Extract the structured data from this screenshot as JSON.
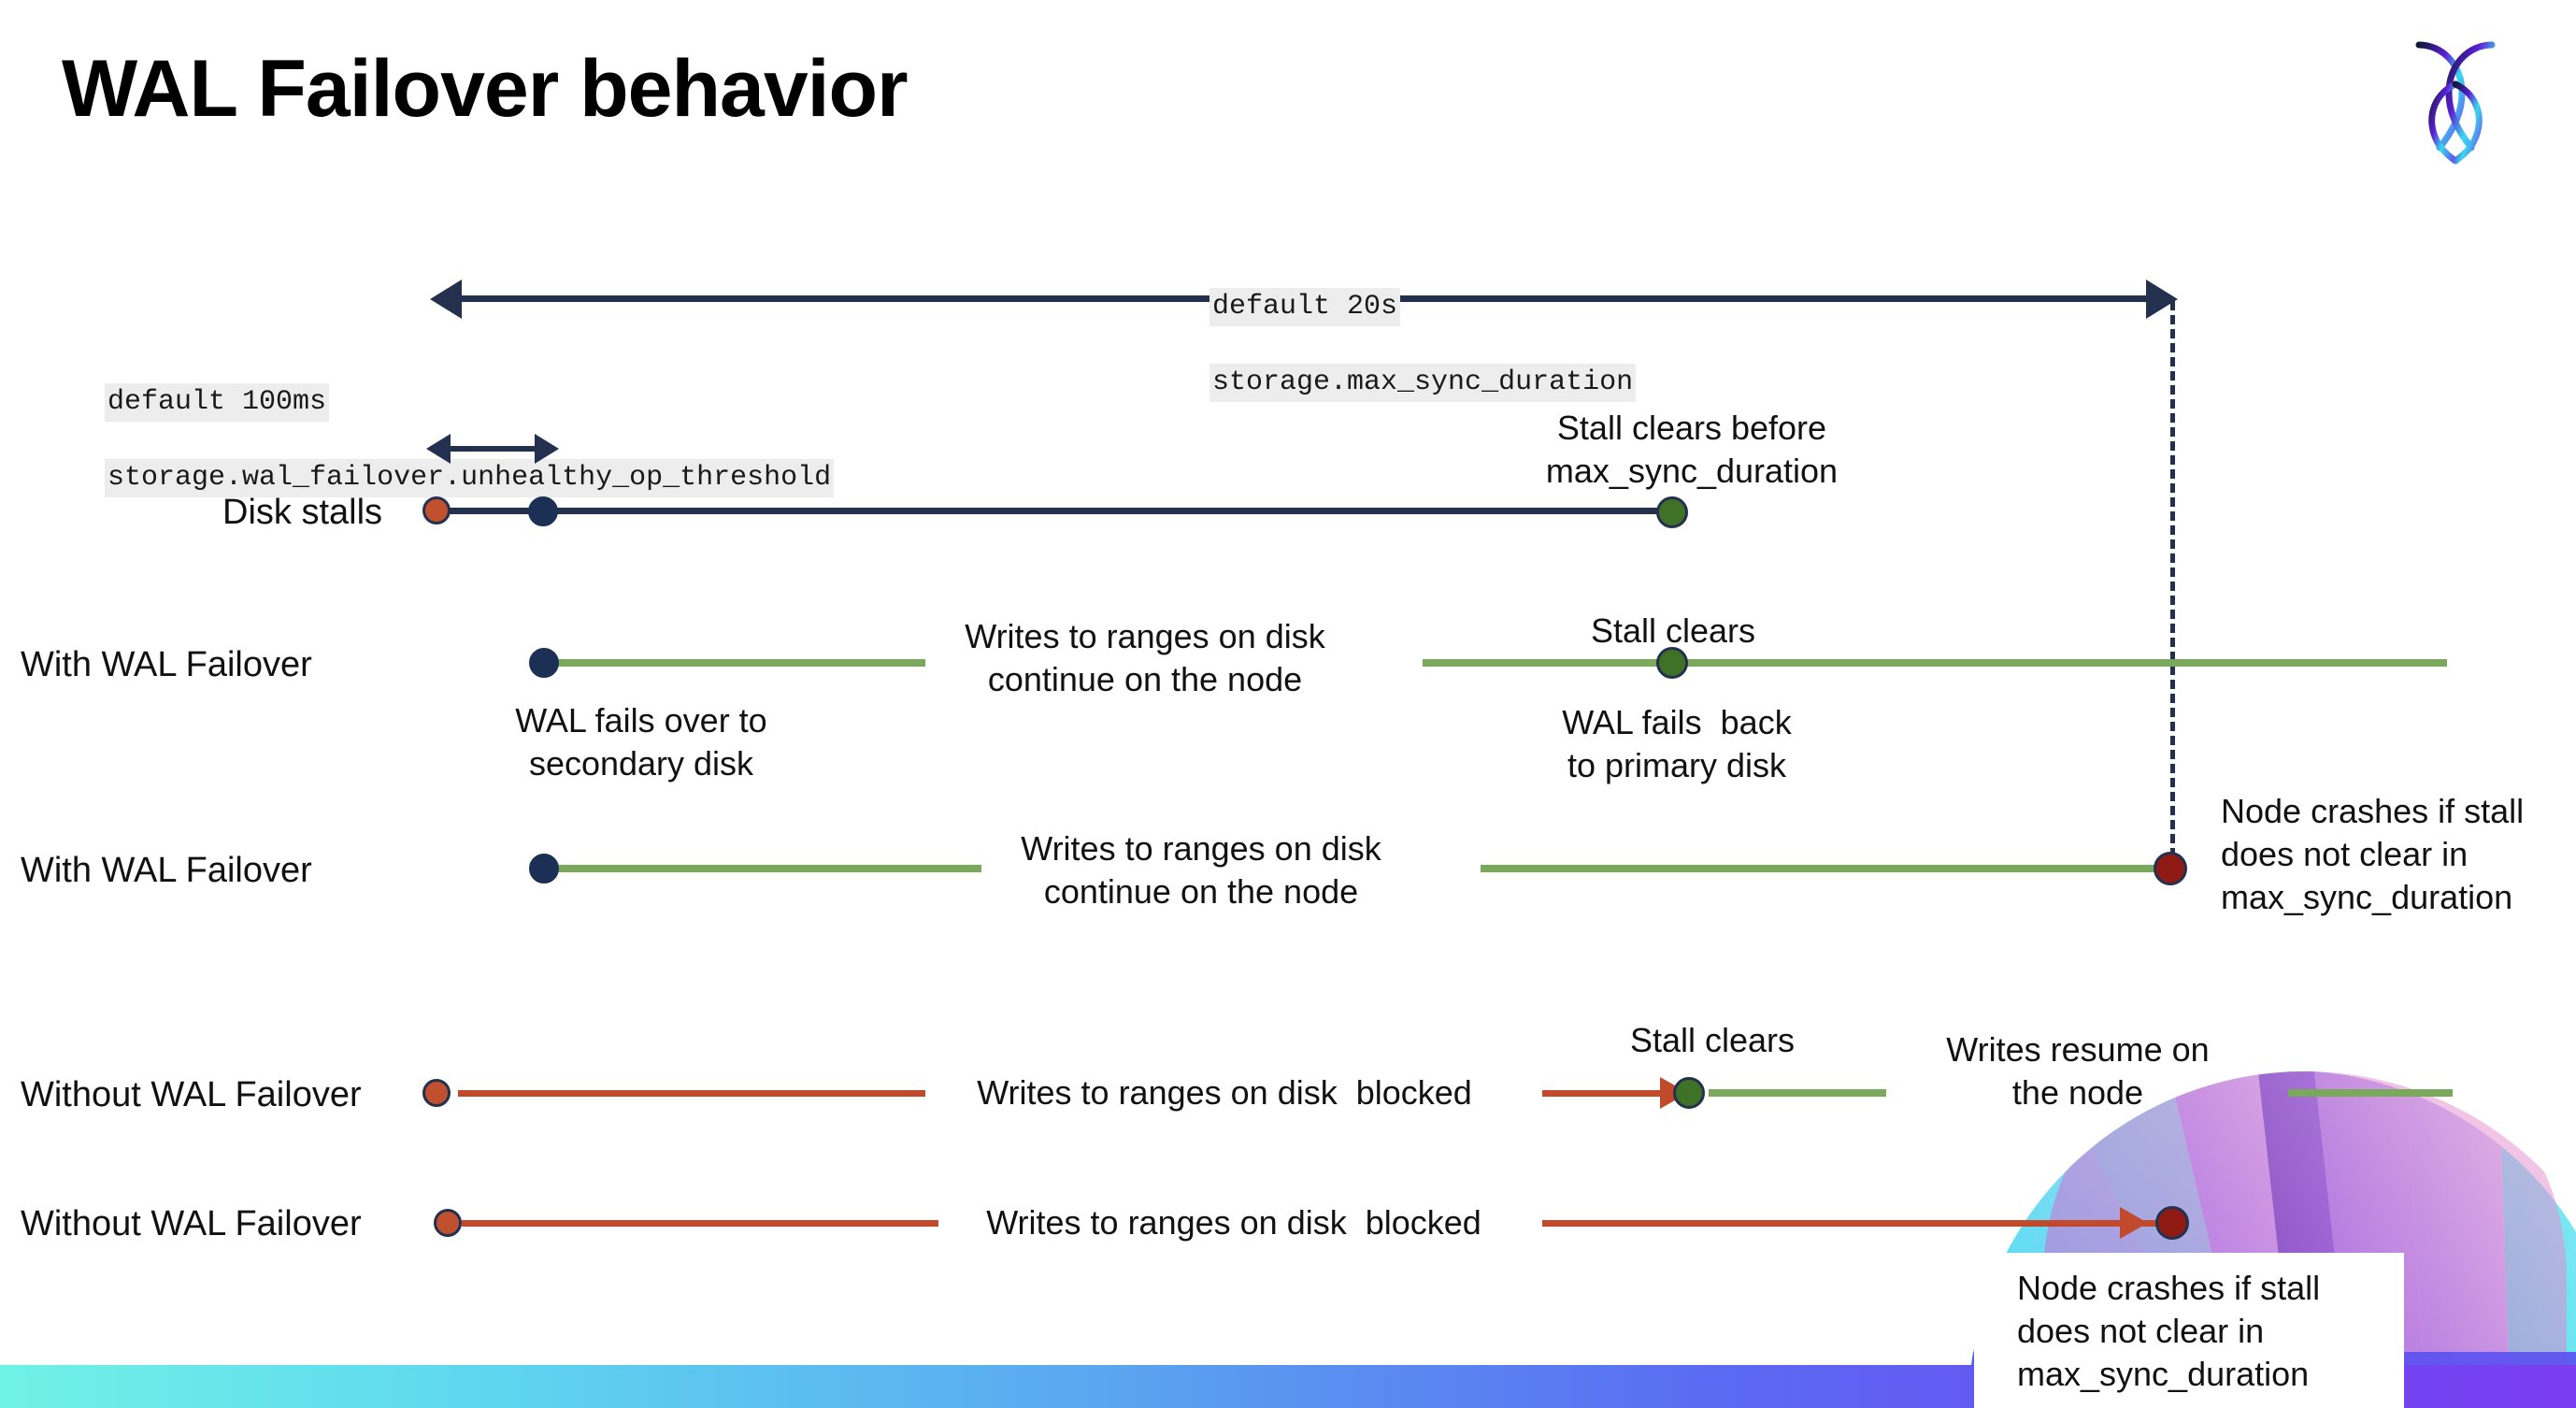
{
  "slide": {
    "title": "WAL Failover behavior",
    "logo_name": "cockroachdb-logo"
  },
  "annotations": {
    "max_sync": {
      "line1": "default 20s",
      "line2": "storage.max_sync_duration"
    },
    "unhealthy_threshold": {
      "line1": "default 100ms",
      "line2": "storage.wal_failover.unhealthy_op_threshold"
    }
  },
  "rows": [
    {
      "name": "Disk stalls",
      "label": "Disk stalls",
      "notes": [
        {
          "text": "Stall clears before\nmax_sync_duration"
        }
      ]
    },
    {
      "name": "with-wal-failover-1",
      "label": "With WAL Failover",
      "notes": [
        {
          "text": "Writes to ranges on disk\ncontinue on the node"
        },
        {
          "text": "Stall clears"
        },
        {
          "text": "WAL fails over to\nsecondary disk"
        },
        {
          "text": "WAL fails  back\nto primary disk"
        }
      ]
    },
    {
      "name": "with-wal-failover-2",
      "label": "With WAL Failover",
      "notes": [
        {
          "text": "Writes to ranges on disk\ncontinue on the node"
        },
        {
          "text": "Node crashes if stall\ndoes not clear in\nmax_sync_duration"
        }
      ]
    },
    {
      "name": "without-wal-failover-1",
      "label": "Without WAL Failover",
      "notes": [
        {
          "text": "Writes to ranges on disk  blocked"
        },
        {
          "text": "Stall clears"
        },
        {
          "text": "Writes resume on\nthe node"
        }
      ]
    },
    {
      "name": "without-wal-failover-2",
      "label": "Without WAL Failover",
      "notes": [
        {
          "text": "Writes to ranges on disk  blocked"
        },
        {
          "text": "Node crashes if stall\ndoes not clear in\nmax_sync_duration"
        }
      ]
    }
  ],
  "labels": {
    "disk_stalls": "Disk stalls",
    "with_wal_failover_1": "With WAL Failover",
    "with_wal_failover_2": "With WAL Failover",
    "without_wal_failover_1": "Without WAL Failover",
    "without_wal_failover_2": "Without WAL Failover",
    "stall_clears_before_max": "Stall clears before\nmax_sync_duration",
    "writes_continue_1": "Writes to ranges on disk\ncontinue on the node",
    "stall_clears_1": "Stall clears",
    "wal_fails_over": "WAL fails over to\nsecondary disk",
    "wal_fails_back": "WAL fails  back\nto primary disk",
    "writes_continue_2": "Writes to ranges on disk\ncontinue on the node",
    "node_crashes_1": "Node crashes if stall\ndoes not clear in\nmax_sync_duration",
    "writes_blocked_1": "Writes to ranges on disk  blocked",
    "stall_clears_2": "Stall clears",
    "writes_resume": "Writes resume on\nthe node",
    "writes_blocked_2": "Writes to ranges on disk  blocked",
    "node_crashes_2": "Node crashes if stall\ndoes not clear in\nmax_sync_duration"
  },
  "colors": {
    "navy": "#23314f",
    "dot_navy": "#1c3055",
    "green_line": "#7aa95c",
    "green_dot": "#3f7127",
    "red_line": "#c04a2b",
    "orange_dot": "#c0502e",
    "dark_red_dot": "#8f1a13",
    "chip_bg": "#ededed",
    "band_start": "#6ff2e6",
    "band_end": "#7a3df0"
  }
}
